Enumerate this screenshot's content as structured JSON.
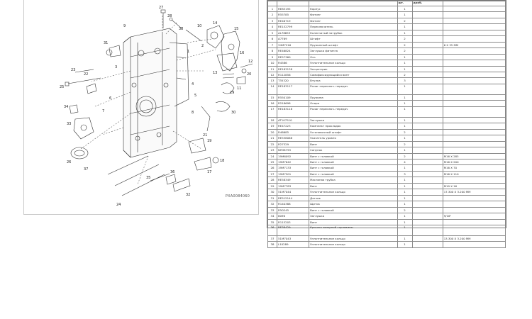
{
  "diagram": {
    "code": "PXA0084060",
    "callouts": [
      "27",
      "28",
      "38",
      "10",
      "2",
      "1",
      "14",
      "15",
      "16",
      "13",
      "20",
      "12",
      "11",
      "22",
      "31",
      "23",
      "25",
      "29",
      "30",
      "21",
      "24",
      "33",
      "34",
      "26",
      "36",
      "35",
      "32",
      "19",
      "17",
      "18",
      "37",
      "9",
      "3",
      "4",
      "5",
      "6",
      "7",
      "8"
    ]
  },
  "parts_table": {
    "headers": [
      "",
      "",
      "",
      "шт.",
      "дооб.",
      ""
    ],
    "rows": [
      {
        "num": "1",
        "part": "RE83195",
        "name": "Корпус",
        "qty": "1",
        "note": "",
        "spec": ""
      },
      {
        "num": "2",
        "part": "R55785",
        "name": "Фитинг",
        "qty": "1",
        "note": "",
        "spec": ""
      },
      {
        "num": "3",
        "part": "RE46719",
        "name": "Фитинг",
        "qty": "2",
        "note": "",
        "spec": ""
      },
      {
        "num": "4",
        "part": "RE152799",
        "name": "Переключатель",
        "qty": "1",
        "note": "",
        "spec": ""
      },
      {
        "num": "5",
        "part": "AL78653",
        "name": "Коленчатый патрубок",
        "qty": "1",
        "note": "",
        "spec": ""
      },
      {
        "num": "6",
        "part": "A7769",
        "name": "Штифт",
        "qty": "2",
        "note": "",
        "spec": ""
      },
      {
        "num": "7",
        "part": "34M7216",
        "name": "Пружинный штифт",
        "qty": "2",
        "note": "",
        "spec": "6 X 35 MM"
      },
      {
        "num": "8",
        "part": "RE46824",
        "name": "Заглушка фитинга",
        "qty": "2",
        "note": "",
        "spec": ""
      },
      {
        "num": "9",
        "part": "RE57360",
        "name": "Ось",
        "qty": "1",
        "note": "",
        "spec": ""
      },
      {
        "num": "10",
        "part": "R4586",
        "name": "Уплотнительное кольцо",
        "qty": "1",
        "note": "",
        "spec": ""
      },
      {
        "num": "11",
        "part": "RE183138",
        "name": "Эксцентрик",
        "qty": "1",
        "note": "",
        "spec": ""
      },
      {
        "num": "12",
        "part": "R112856",
        "name": "Самофиксирующийся винт",
        "qty": "2",
        "note": "",
        "spec": ""
      },
      {
        "num": "13",
        "part": "T35320",
        "name": "Втулка",
        "qty": "3",
        "note": "",
        "spec": ""
      },
      {
        "num": "14",
        "part": "RE183117",
        "name": "Рычаг переключ. передач",
        "qty": "1",
        "note": "",
        "spec": ""
      },
      {
        "num": "15",
        "part": "R550109",
        "name": "Пружина",
        "qty": "1",
        "note": "",
        "spec": ""
      },
      {
        "num": "16",
        "part": "R218698",
        "name": "Опора",
        "qty": "1",
        "note": "",
        "spec": ""
      },
      {
        "num": "17",
        "part": "RE183118",
        "name": "Рычаг переключ. передач",
        "qty": "1",
        "note": "",
        "spec": ""
      },
      {
        "num": "18",
        "part": "AT107510",
        "name": "Заглушка",
        "qty": "1",
        "note": "",
        "spec": ""
      },
      {
        "num": "19",
        "part": "RE47223",
        "name": "Комплект прокладок",
        "qty": "1",
        "note": "",
        "spec": ""
      },
      {
        "num": "20",
        "part": "R46685",
        "name": "Установочный штифт",
        "qty": "2",
        "note": "",
        "spec": ""
      },
      {
        "num": "21",
        "part": "RE538068",
        "name": "Указатель уровня",
        "qty": "1",
        "note": "",
        "spec": ""
      },
      {
        "num": "22",
        "part": "R27329",
        "name": "Винт",
        "qty": "2",
        "note": "",
        "spec": ""
      },
      {
        "num": "23",
        "part": "NR38793",
        "name": "Сапунок",
        "qty": "1",
        "note": "",
        "spec": ""
      },
      {
        "num": "24",
        "part": "19M6092",
        "name": "Винт с головкой",
        "qty": "2",
        "note": "",
        "spec": "M16 X 285"
      },
      {
        "num": "25",
        "part": "19M7642",
        "name": "Винт с головкой",
        "qty": "4",
        "note": "",
        "spec": "M16 X 200"
      },
      {
        "num": "26",
        "part": "19M7133",
        "name": "Винт с головкой",
        "qty": "1",
        "note": "",
        "spec": "M16 X 70"
      },
      {
        "num": "27",
        "part": "19M7501",
        "name": "Винт с головкой",
        "qty": "3",
        "note": "",
        "spec": "M16 X 110"
      },
      {
        "num": "28",
        "part": "RE58349",
        "name": "Маслиная трубка",
        "qty": "1",
        "note": "",
        "spec": ""
      },
      {
        "num": "29",
        "part": "19M7783",
        "name": "Винт",
        "qty": "1",
        "note": "",
        "spec": "M10 X 16"
      },
      {
        "num": "30",
        "part": "51M7044",
        "name": "Уплотнительное кольцо",
        "qty": "1",
        "note": "",
        "spec": "17.300 X 3.200 MM"
      },
      {
        "num": "31",
        "part": "RE515144",
        "name": "Датчик",
        "qty": "1",
        "note": "",
        "spec": ""
      },
      {
        "num": "32",
        "part": "R140388",
        "name": "Щиток",
        "qty": "1",
        "note": "",
        "spec": ""
      },
      {
        "num": "33",
        "part": "R50245",
        "name": "Винт с головкой",
        "qty": "2",
        "note": "",
        "spec": ""
      },
      {
        "num": "34",
        "part": "8096",
        "name": "Заглушка",
        "qty": "1",
        "note": "",
        "spec": "9/16\""
      },
      {
        "num": "35",
        "part": "R115203",
        "name": "Винт",
        "qty": "1",
        "note": "",
        "spec": ""
      },
      {
        "num": "36",
        "part": "RE38429",
        "name": "Крышка запорной горловины",
        "qty": "1",
        "note": "",
        "spec": ""
      },
      {
        "num": "37",
        "part": "51M7043",
        "name": "Уплотнительное кольцо",
        "qty": "1",
        "note": "",
        "spec": "13.300 X 3.200 MM"
      },
      {
        "num": "38",
        "part": "L10289",
        "name": "Уплотнительное кольцо",
        "qty": "1",
        "note": "",
        "spec": ""
      }
    ]
  }
}
